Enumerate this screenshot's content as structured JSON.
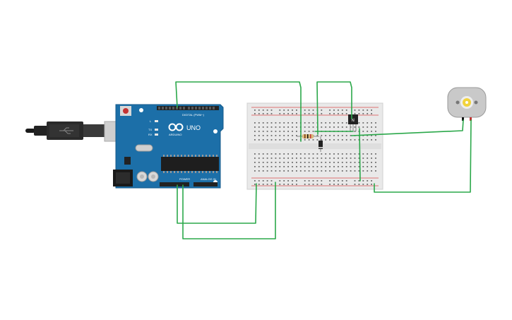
{
  "arduino": {
    "brand": "ARDUINO",
    "model": "UNO",
    "header_digital": "DIGITAL (PWM~)",
    "header_power": "POWER",
    "header_analog": "ANALOG IN",
    "label_l": "L",
    "label_tx": "TX",
    "label_rx": "RX",
    "label_on": "ON"
  },
  "components": {
    "transistor_label": "N"
  },
  "colors": {
    "wire": "#2ba84a",
    "board": "#1c6fa8",
    "breadboard": "#e9e9e9",
    "rail_red": "#d94a4a",
    "rail_blue": "#4a6fd9",
    "motor_shaft": "#f2d33c"
  }
}
